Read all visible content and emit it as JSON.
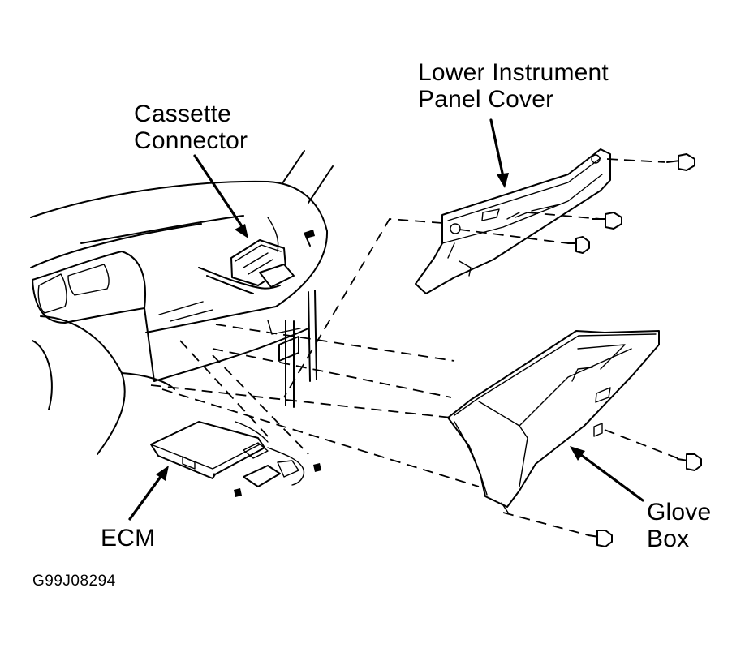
{
  "labels": {
    "cassette_connector": [
      "Cassette",
      "Connector"
    ],
    "lower_instrument_panel_cover": [
      "Lower Instrument",
      "Panel Cover"
    ],
    "glove_box": [
      "Glove",
      "Box"
    ],
    "ecm": "ECM",
    "figure_code": "G99J08294"
  },
  "colors": {
    "ink": "#000000",
    "paper": "#ffffff"
  },
  "icons": [
    "bolt-icon",
    "leader-arrow"
  ]
}
